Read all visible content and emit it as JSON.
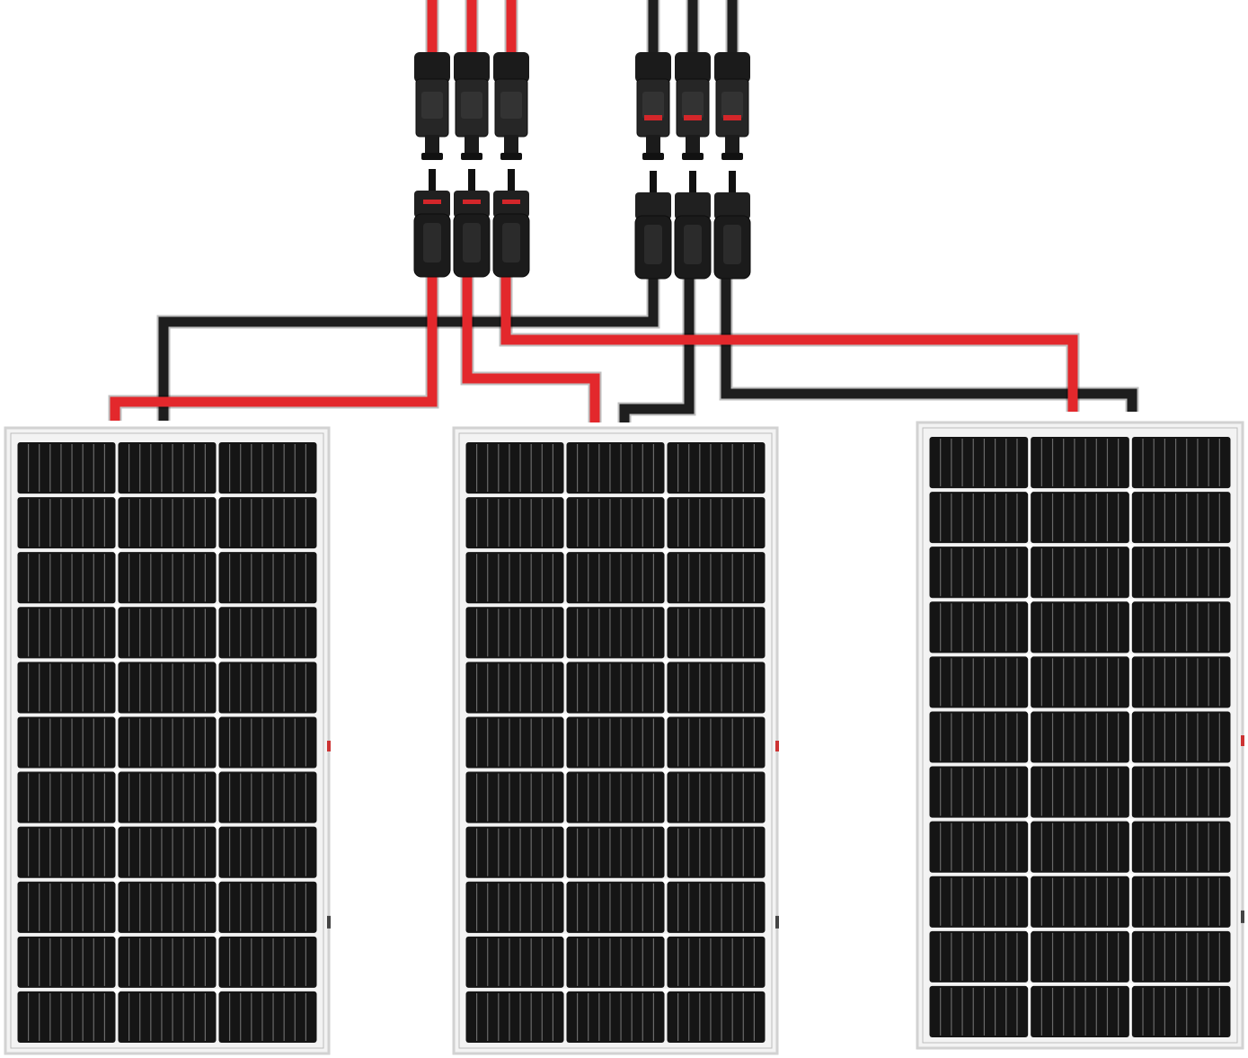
{
  "diagram": {
    "panel_count": 3,
    "panel_cell_rows": 11,
    "panel_cell_columns": 3,
    "positive_connector_count": 3,
    "negative_connector_count": 3
  },
  "colors": {
    "background": "#ffffff",
    "positive_wire": "#e3282c",
    "negative_wire": "#1e1e1e",
    "panel_cell": "#151515",
    "panel_frame": "#d2d2d2",
    "panel_gridline": "#6a6a6a",
    "connector_body": "#1b1b1b",
    "connector_seal": "#d3262a"
  },
  "icons": {
    "panel": "solar-panel-icon",
    "connector": "mc4-connector-icon",
    "branch": "mc4-y-branch-icon"
  }
}
